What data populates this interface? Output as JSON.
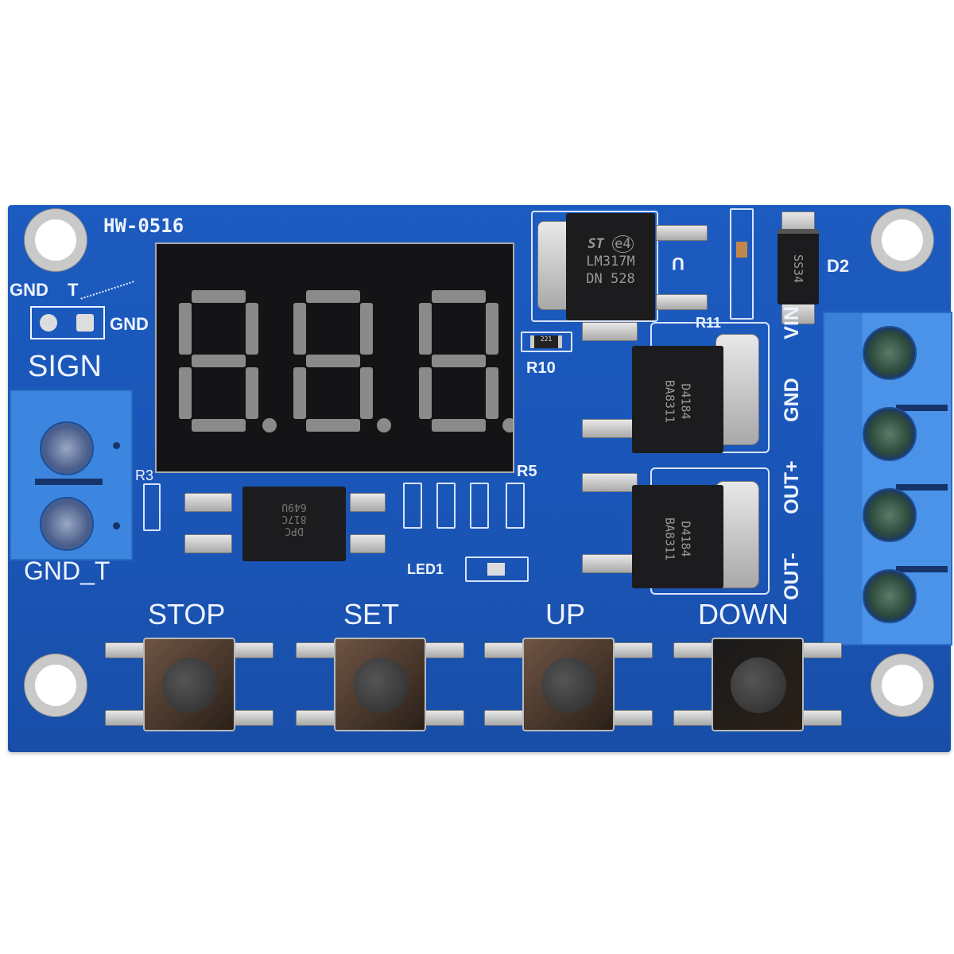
{
  "board": {
    "model": "HW-0516",
    "color": "#1a55b6",
    "header_labels": {
      "gnd": "GND",
      "t": "T",
      "gnd2": "GND"
    },
    "sign_label": "SIGN",
    "gnd_t_label": "GND_T",
    "power_terminal_labels": [
      "VIN",
      "GND",
      "OUT+",
      "OUT-"
    ],
    "ref_labels": {
      "r3": "R3",
      "r5": "R5",
      "r10": "R10",
      "r11": "R11",
      "led1": "LED1",
      "u": "U",
      "d2": "D2"
    },
    "display": {
      "digits": [
        "8.",
        "8.",
        "8."
      ],
      "segment_color": "#8a8a8a"
    },
    "regulator": {
      "logo": "ST",
      "mark": "e4",
      "line1": "LM317M",
      "line2": "DN 528"
    },
    "diode": {
      "marking": "SS34"
    },
    "mosfets": [
      {
        "line1": "D4184",
        "line2": "BA8311"
      },
      {
        "line1": "D4184",
        "line2": "BA8311"
      }
    ],
    "optocoupler": {
      "line1": "DPC",
      "line2": "817C",
      "line3": "649U"
    },
    "resistor_code": "221"
  },
  "buttons": [
    {
      "label": "STOP",
      "color": "#6e5444"
    },
    {
      "label": "SET",
      "color": "#6e5444"
    },
    {
      "label": "UP",
      "color": "#6e5444"
    },
    {
      "label": "DOWN",
      "color": "#1a1a1a"
    }
  ]
}
